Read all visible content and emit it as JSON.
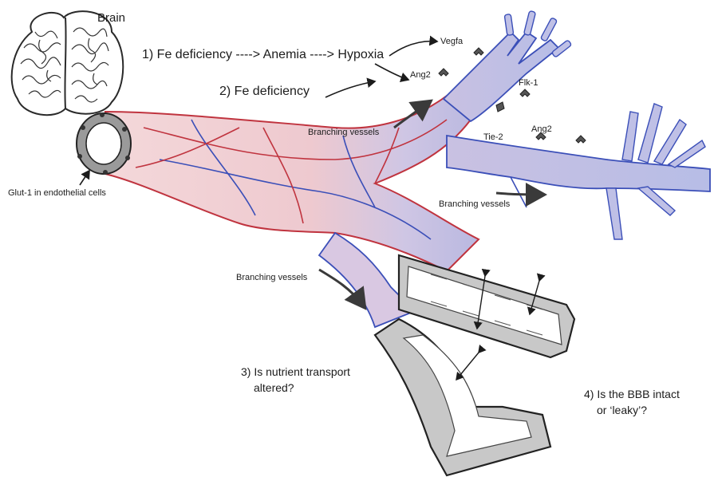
{
  "labels": {
    "brain": "Brain",
    "step1": "1) Fe deficiency ----> Anemia ----> Hypoxia",
    "step2": "2) Fe deficiency",
    "vegfa": "Vegfa",
    "ang2_top": "Ang2",
    "flk1": "Flk-1",
    "tie2": "Tie-2",
    "ang2_right": "Ang2",
    "glut1": "Glut-1 in endothelial cells",
    "branching_upper": "Branching vessels",
    "branching_right": "Branching vessels",
    "branching_lower": "Branching vessels",
    "q3_line1": "3) Is nutrient transport",
    "q3_line2": "altered?",
    "q4_line1": "4) Is the BBB intact",
    "q4_line2": "or ‘leaky’?"
  },
  "colors": {
    "artery_red": "#c0343f",
    "vein_blue": "#3b4fb8",
    "vessel_pink": "#f1d3d6",
    "vessel_lilac": "#c8c5e6",
    "ink": "#1c1c1c",
    "cell_gray": "#d6d6d6"
  },
  "icons": [
    "brain-icon",
    "receptor-icon",
    "arrow-icon",
    "vessel-cross-section-icon"
  ]
}
